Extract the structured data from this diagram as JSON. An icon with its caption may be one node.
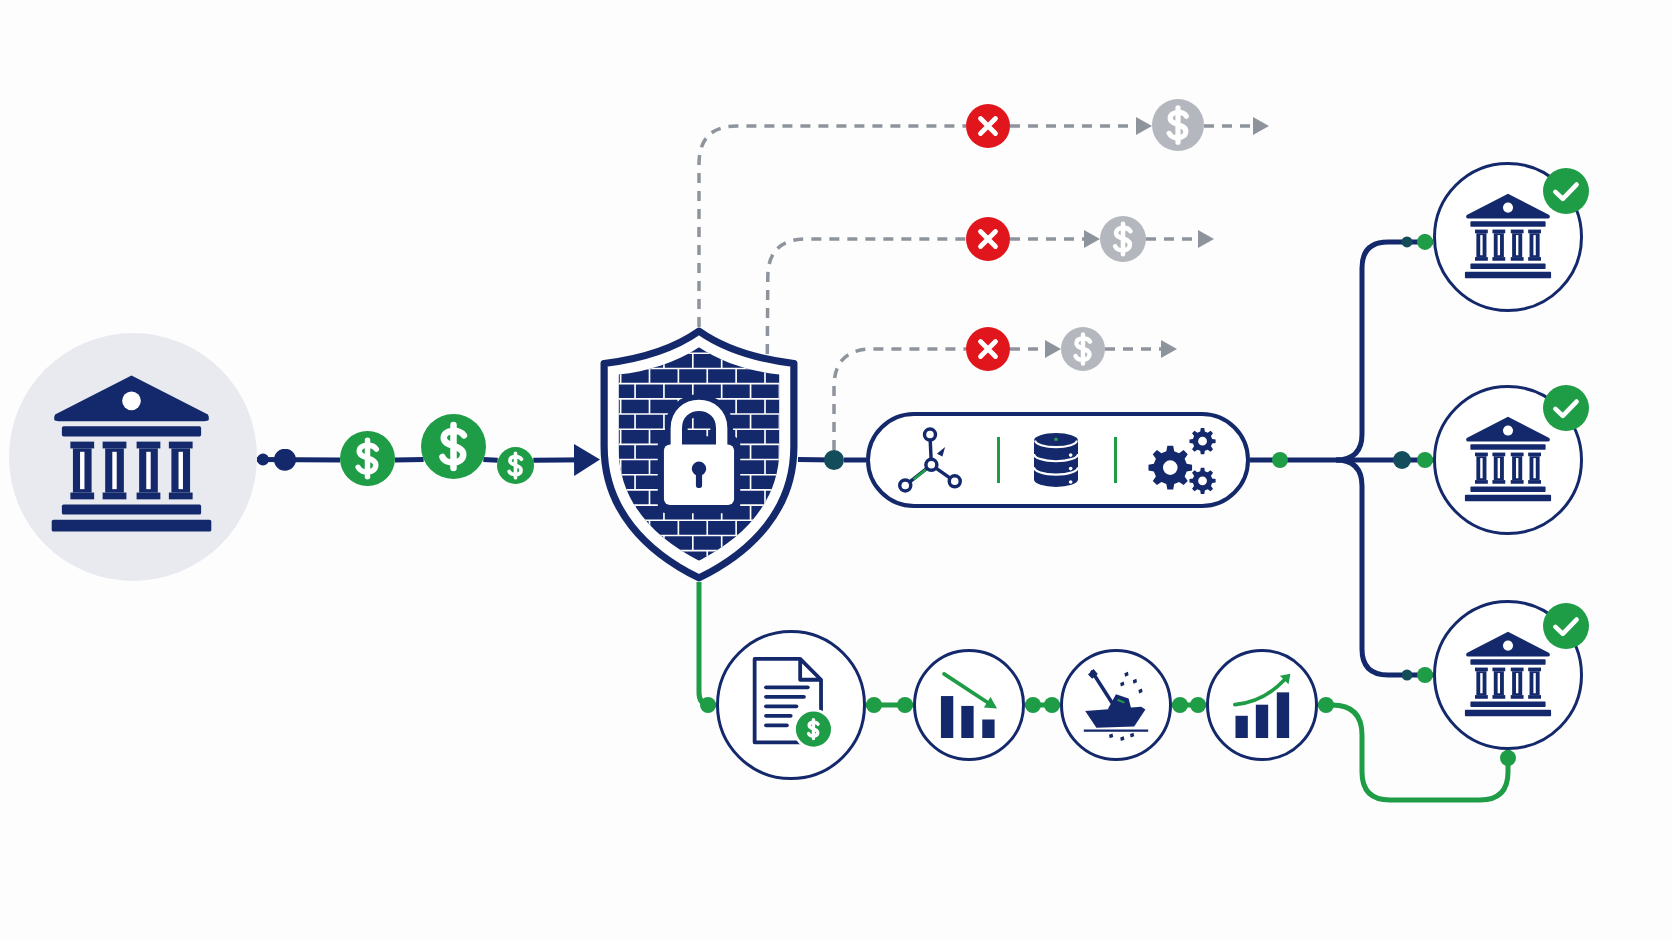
{
  "diagram": {
    "nodes": [
      {
        "text": [],
        "shape": "circle"
      },
      {
        "text": [],
        "shape": "circle"
      },
      {
        "text": [],
        "shape": "circle"
      },
      {
        "text": [],
        "shape": "circle"
      },
      {
        "text": [],
        "shape": "picture"
      },
      {
        "text": [],
        "shape": "circle"
      },
      {
        "text": [],
        "shape": "circle"
      },
      {
        "text": [],
        "shape": "circle"
      },
      {
        "text": [],
        "shape": "circle"
      },
      {
        "text": [],
        "shape": "circle"
      },
      {
        "text": [],
        "shape": "circle"
      },
      {
        "text": [],
        "shape": "box"
      },
      {
        "text": [],
        "shape": "circle"
      },
      {
        "text": [],
        "shape": "circle"
      },
      {
        "text": [],
        "shape": "circle"
      },
      {
        "text": [],
        "shape": "circle"
      },
      {
        "text": [],
        "shape": "circle"
      },
      {
        "text": [],
        "shape": "circle"
      },
      {
        "text": [],
        "shape": "circle"
      }
    ],
    "edges": [
      {
        "from": 0,
        "to": 1,
        "arrow": "other",
        "color": "#14296b"
      },
      {
        "from": 1,
        "to": 2,
        "arrow": "none",
        "color": "#14296b"
      },
      {
        "from": 2,
        "to": 3,
        "arrow": "none",
        "color": "#14296b"
      },
      {
        "from": 3,
        "to": 4,
        "arrow": "to",
        "color": "#14296b"
      },
      {
        "from": 4,
        "to": 5,
        "arrow": "none",
        "style": "dashed",
        "color": "#8e949c"
      },
      {
        "from": 5,
        "to": 6,
        "arrow": "to",
        "style": "dashed",
        "color": "#8e949c"
      },
      {
        "from": 6,
        "to": null,
        "arrow": "to",
        "style": "dashed",
        "color": "#8e949c"
      },
      {
        "from": 4,
        "to": 7,
        "arrow": "none",
        "style": "dashed",
        "color": "#8e949c"
      },
      {
        "from": 7,
        "to": 8,
        "arrow": "to",
        "style": "dashed",
        "color": "#8e949c"
      },
      {
        "from": 8,
        "to": null,
        "arrow": "to",
        "style": "dashed",
        "color": "#8e949c"
      },
      {
        "from": 4,
        "to": 9,
        "arrow": "none",
        "style": "dashed",
        "color": "#8e949c"
      },
      {
        "from": 9,
        "to": 10,
        "arrow": "to",
        "style": "dashed",
        "color": "#8e949c"
      },
      {
        "from": 10,
        "to": null,
        "arrow": "to",
        "style": "dashed",
        "color": "#8e949c"
      },
      {
        "from": 4,
        "to": 11,
        "arrow": "none",
        "color": "#14296b"
      },
      {
        "from": 11,
        "to": 12,
        "arrow": "other",
        "color": "#14296b"
      },
      {
        "from": 11,
        "to": 13,
        "arrow": "other",
        "color": "#14296b"
      },
      {
        "from": 11,
        "to": 14,
        "arrow": "other",
        "color": "#14296b"
      },
      {
        "from": 4,
        "to": 15,
        "arrow": "other",
        "color": "#1e9c46"
      },
      {
        "from": 15,
        "to": 16,
        "arrow": "other",
        "color": "#1e9c46"
      },
      {
        "from": 16,
        "to": 17,
        "arrow": "other",
        "color": "#1e9c46"
      },
      {
        "from": 17,
        "to": 18,
        "arrow": "other",
        "color": "#1e9c46"
      },
      {
        "from": 18,
        "to": 14,
        "arrow": "other",
        "color": "#1e9c46"
      }
    ]
  }
}
